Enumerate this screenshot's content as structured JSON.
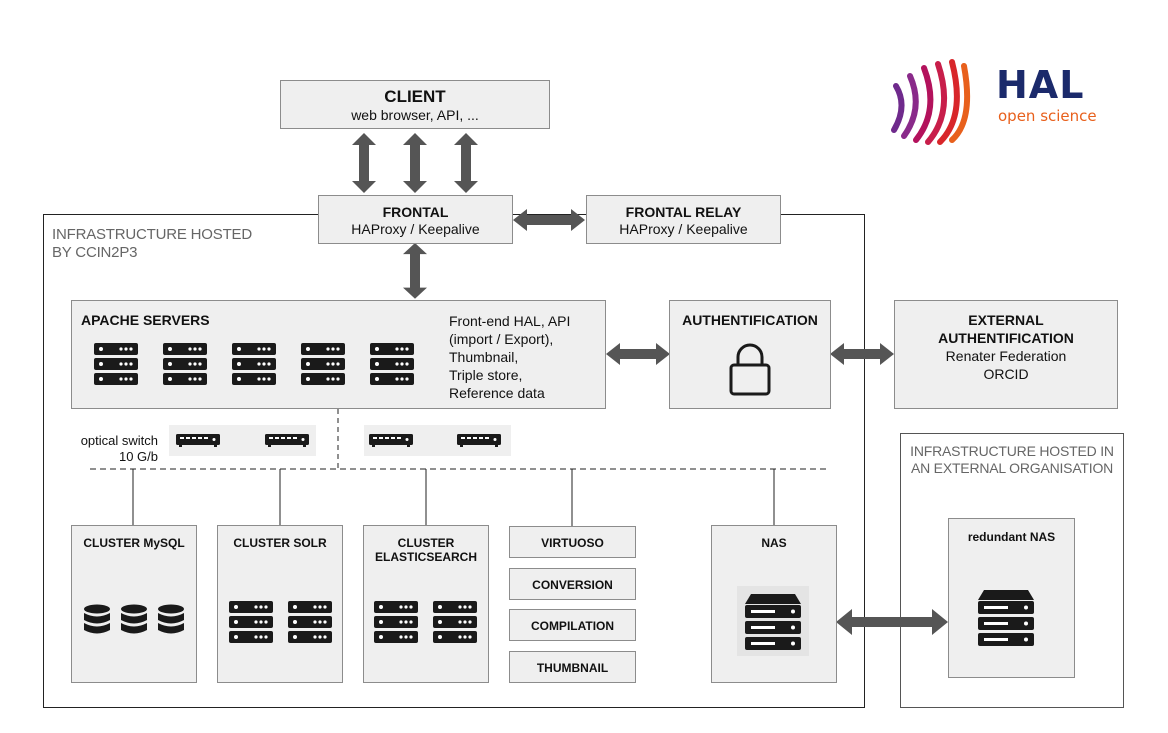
{
  "logo": {
    "name": "HAL",
    "tagline": "open science",
    "colors": {
      "navy": "#1b2a6b",
      "orange": "#e8601c",
      "red": "#d8262a",
      "magenta": "#b3125c",
      "purple": "#6f2a8c"
    }
  },
  "client": {
    "title": "CLIENT",
    "subtitle": "web browser, API, ..."
  },
  "frontal": {
    "title": "FRONTAL",
    "subtitle": "HAProxy / Keepalive"
  },
  "frontal_relay": {
    "title": "FRONTAL RELAY",
    "subtitle": "HAProxy / Keepalive"
  },
  "infra_ccin2p3": {
    "label_line1": "INFRASTRUCTURE HOSTED",
    "label_line2": "BY CCIN2P3"
  },
  "apache": {
    "title": "APACHE SERVERS",
    "description": [
      "Front-end HAL, API",
      "(import / Export),",
      "Thumbnail,",
      "Triple store,",
      "Reference data"
    ],
    "server_icon": "server-rack-icon"
  },
  "authentification": {
    "title": "AUTHENTIFICATION",
    "icon": "padlock-icon"
  },
  "external_auth": {
    "title_line1": "EXTERNAL",
    "title_line2": "AUTHENTIFICATION",
    "line3": "Renater Federation",
    "line4": "ORCID"
  },
  "optical_switch": {
    "label_line1": "optical switch",
    "label_line2": "10 G/b",
    "icon": "network-switch-icon"
  },
  "clusters": {
    "mysql": {
      "title": "CLUSTER MySQL",
      "icon": "database-icon"
    },
    "solr": {
      "title": "CLUSTER SOLR",
      "icon": "server-rack-icon"
    },
    "elastic": {
      "title_line1": "CLUSTER",
      "title_line2": "ELASTICSEARCH",
      "icon": "server-rack-icon"
    }
  },
  "services": [
    "VIRTUOSO",
    "CONVERSION",
    "COMPILATION",
    "THUMBNAIL"
  ],
  "nas": {
    "title": "NAS",
    "icon": "storage-stack-icon"
  },
  "infra_external": {
    "label_line1": "INFRASTRUCTURE HOSTED IN",
    "label_line2": "AN EXTERNAL ORGANISATION"
  },
  "redundant_nas": {
    "title": "redundant NAS",
    "icon": "storage-stack-icon"
  },
  "colors": {
    "box_fill": "#efefef",
    "box_border": "#8c8c8c",
    "arrow": "#555555",
    "icon_dark": "#1a1a1a"
  }
}
